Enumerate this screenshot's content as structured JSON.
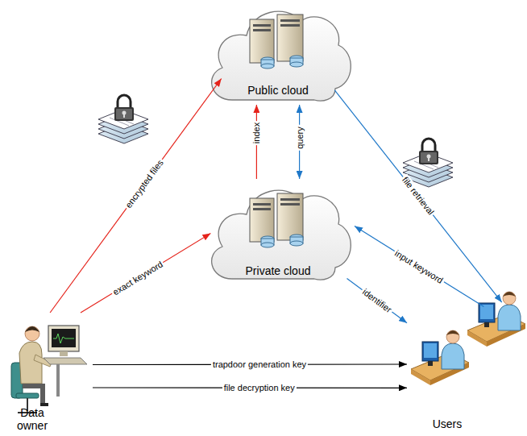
{
  "diagram": {
    "nodes": [
      {
        "text": [
          "Public cloud"
        ]
      },
      {
        "text": [
          "Private cloud"
        ]
      },
      {
        "text": [
          "Data owner"
        ]
      },
      {
        "text": [
          "Users"
        ]
      }
    ],
    "edges": [
      {
        "from": 2,
        "to": 0,
        "label": "encrypted files",
        "arrow": "to"
      },
      {
        "from": 2,
        "to": 1,
        "label": "exact keyword",
        "arrow": "to"
      },
      {
        "from": 1,
        "to": 0,
        "label": "index",
        "arrow": "to"
      },
      {
        "from": 1,
        "to": 0,
        "label": "query",
        "arrow": "both"
      },
      {
        "from": 0,
        "to": 3,
        "label": "file retrieval",
        "arrow": "to"
      },
      {
        "from": 3,
        "to": 1,
        "label": "input keyword",
        "arrow": "to"
      },
      {
        "from": 1,
        "to": 3,
        "label": "identifier",
        "arrow": "to"
      },
      {
        "from": 2,
        "to": 3,
        "label": "trapdoor generation key",
        "arrow": "to"
      },
      {
        "from": 2,
        "to": 3,
        "label": "file decryption key",
        "arrow": "to"
      }
    ]
  }
}
